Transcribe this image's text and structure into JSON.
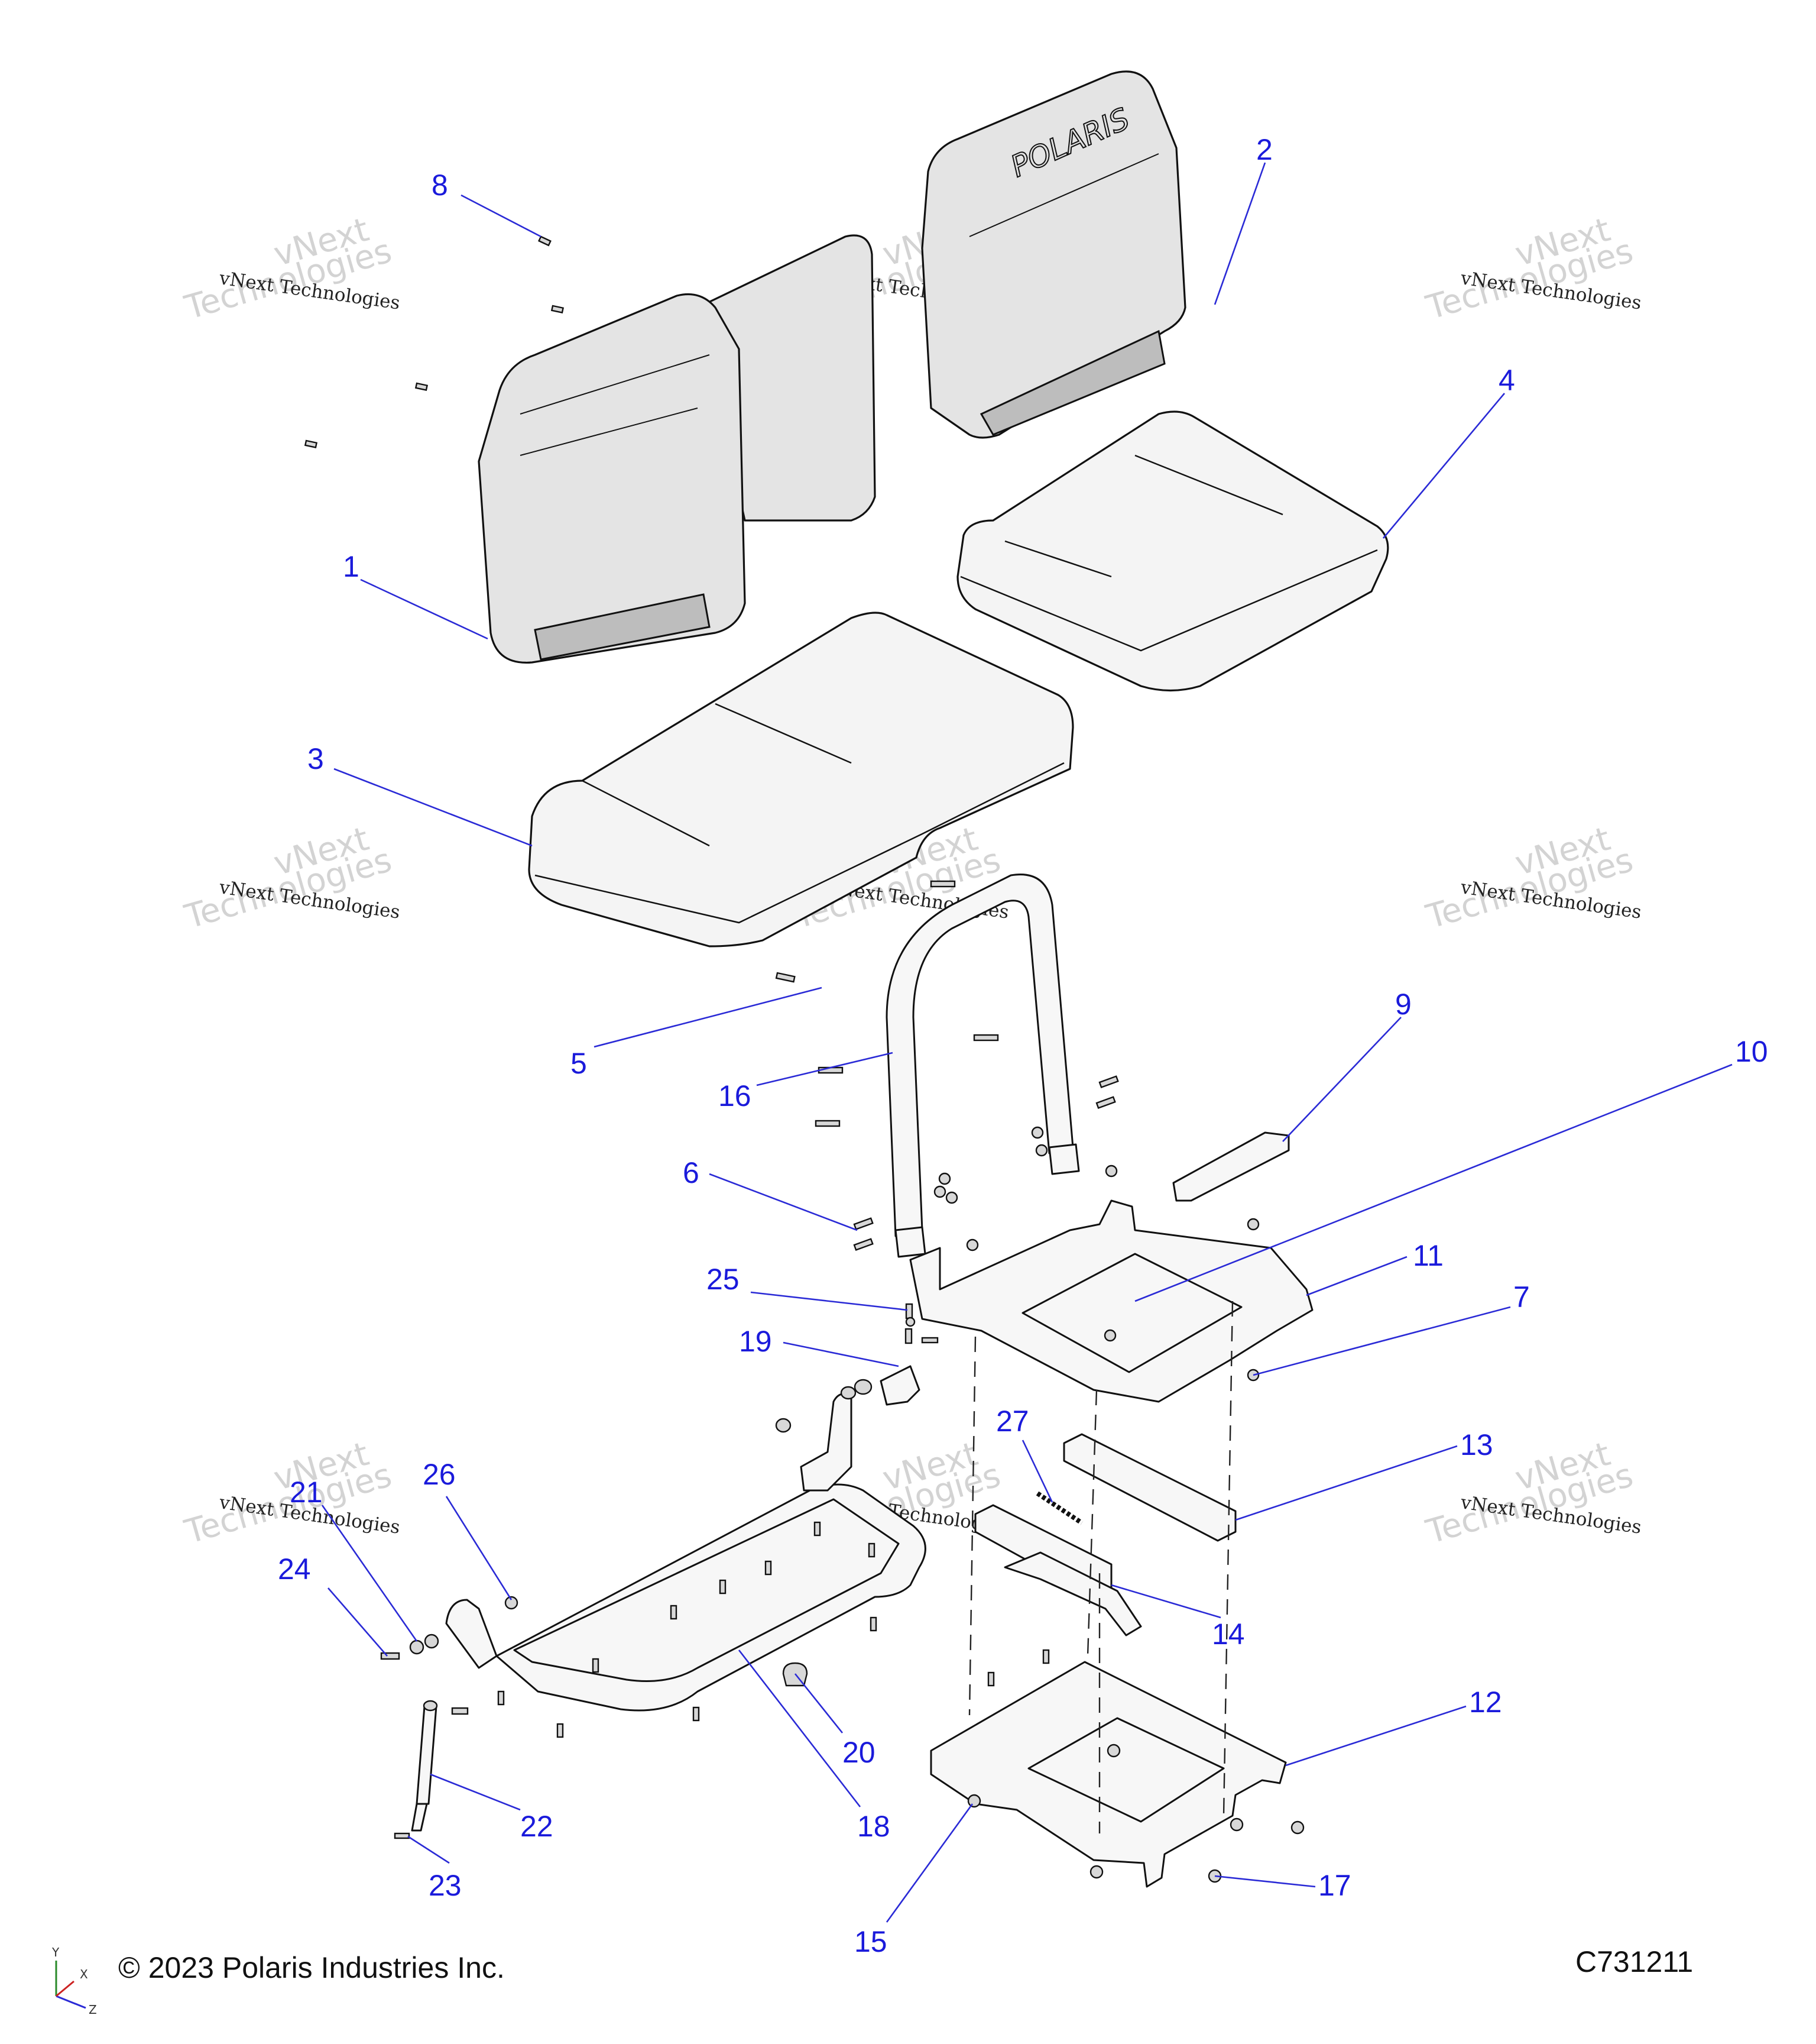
{
  "diagram": {
    "callouts": [
      "1",
      "2",
      "3",
      "4",
      "5",
      "6",
      "7",
      "8",
      "9",
      "10",
      "11",
      "12",
      "13",
      "14",
      "15",
      "16",
      "17",
      "18",
      "19",
      "20",
      "21",
      "22",
      "23",
      "24",
      "25",
      "26",
      "27"
    ],
    "watermark": {
      "line1": "vNext Technologies",
      "line2": "vNext",
      "line3": "Technologies"
    },
    "seatback_logo": "POLARIS",
    "colors": {
      "callout": "#1a1adb",
      "part_fill": "#e4e4e4",
      "outline": "#111111"
    }
  },
  "footer": {
    "copyright": "© 2023 Polaris Industries Inc.",
    "code": "C731211"
  },
  "axes": {
    "y": "Y",
    "x": "X",
    "z": "Z"
  }
}
